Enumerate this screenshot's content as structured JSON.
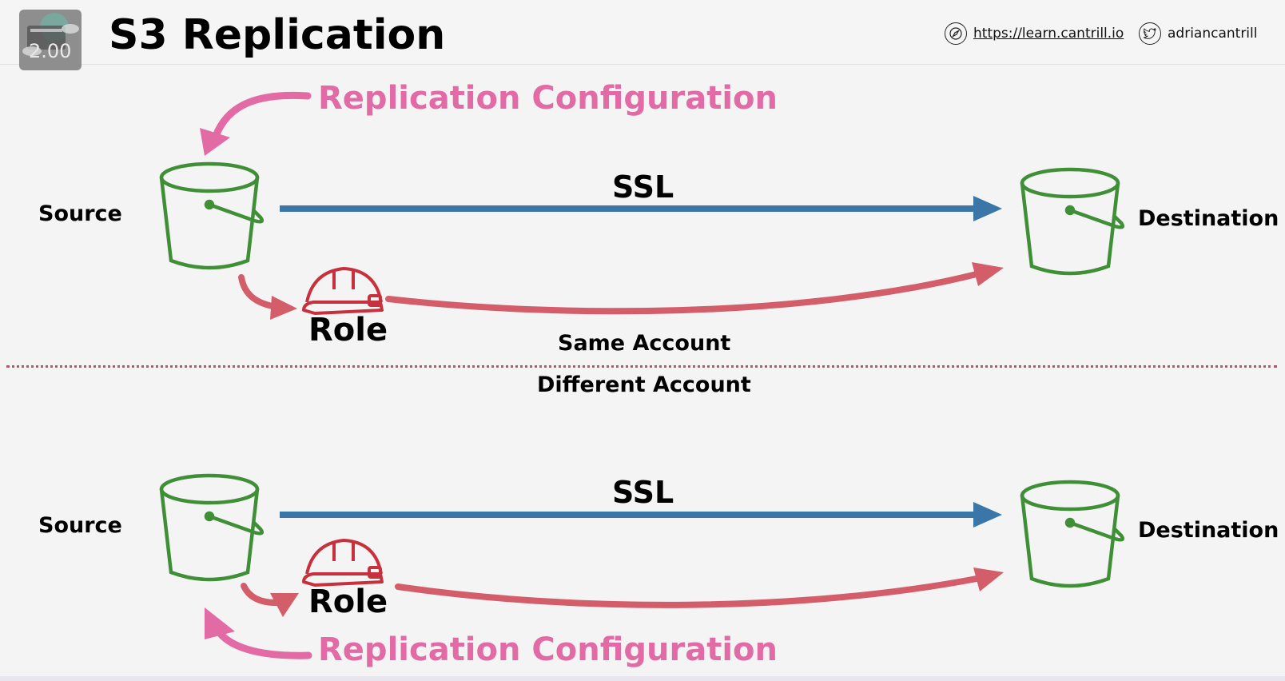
{
  "header": {
    "title": "S3 Replication",
    "logo_badge": "2.00",
    "website": "https://learn.cantrill.io",
    "twitter": "adriancantrill"
  },
  "colors": {
    "bucket": "#3f8f36",
    "ssl_arrow": "#3a76a8",
    "role_arrow": "#d45d6a",
    "role_icon": "#c7313d",
    "config_text": "#e26aa5",
    "divider": "#d04a60"
  },
  "top": {
    "config_label": "Replication Configuration",
    "source_label": "Source",
    "destination_label": "Destination",
    "ssl_label": "SSL",
    "role_label": "Role",
    "caption": "Same Account"
  },
  "bottom": {
    "caption": "Different Account",
    "source_label": "Source",
    "destination_label": "Destination",
    "ssl_label": "SSL",
    "role_label": "Role",
    "config_label": "Replication Configuration"
  },
  "icons": {
    "website": "compass-icon",
    "twitter": "twitter-icon",
    "bucket": "s3-bucket-icon",
    "role": "hard-hat-icon"
  }
}
